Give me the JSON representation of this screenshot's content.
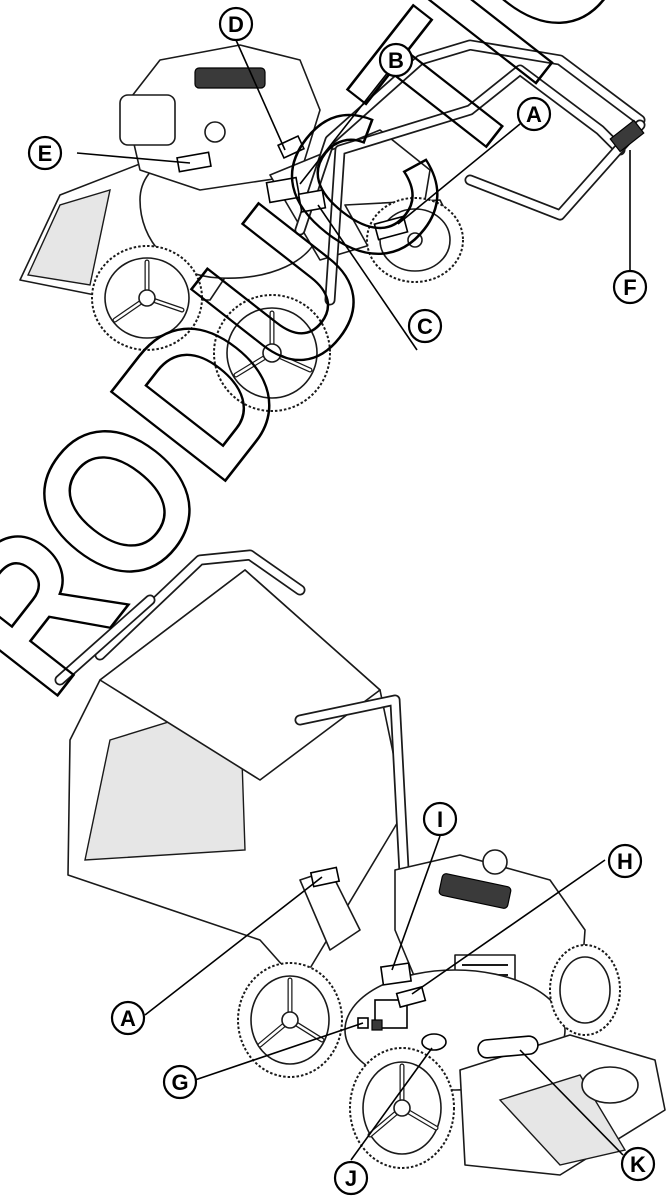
{
  "callouts": {
    "A": "A",
    "B": "B",
    "C": "C",
    "D": "D",
    "E": "E",
    "F": "F",
    "G": "G",
    "H": "H",
    "I": "I",
    "J": "J",
    "K": "K"
  },
  "watermark": {
    "text": "RODUCTION"
  },
  "icons": {
    "callout_marker": "circled-letter-icon",
    "leader": "leader-line"
  },
  "colors": {
    "line": "#000000",
    "shade": "#e6e6e6",
    "background": "#ffffff"
  }
}
